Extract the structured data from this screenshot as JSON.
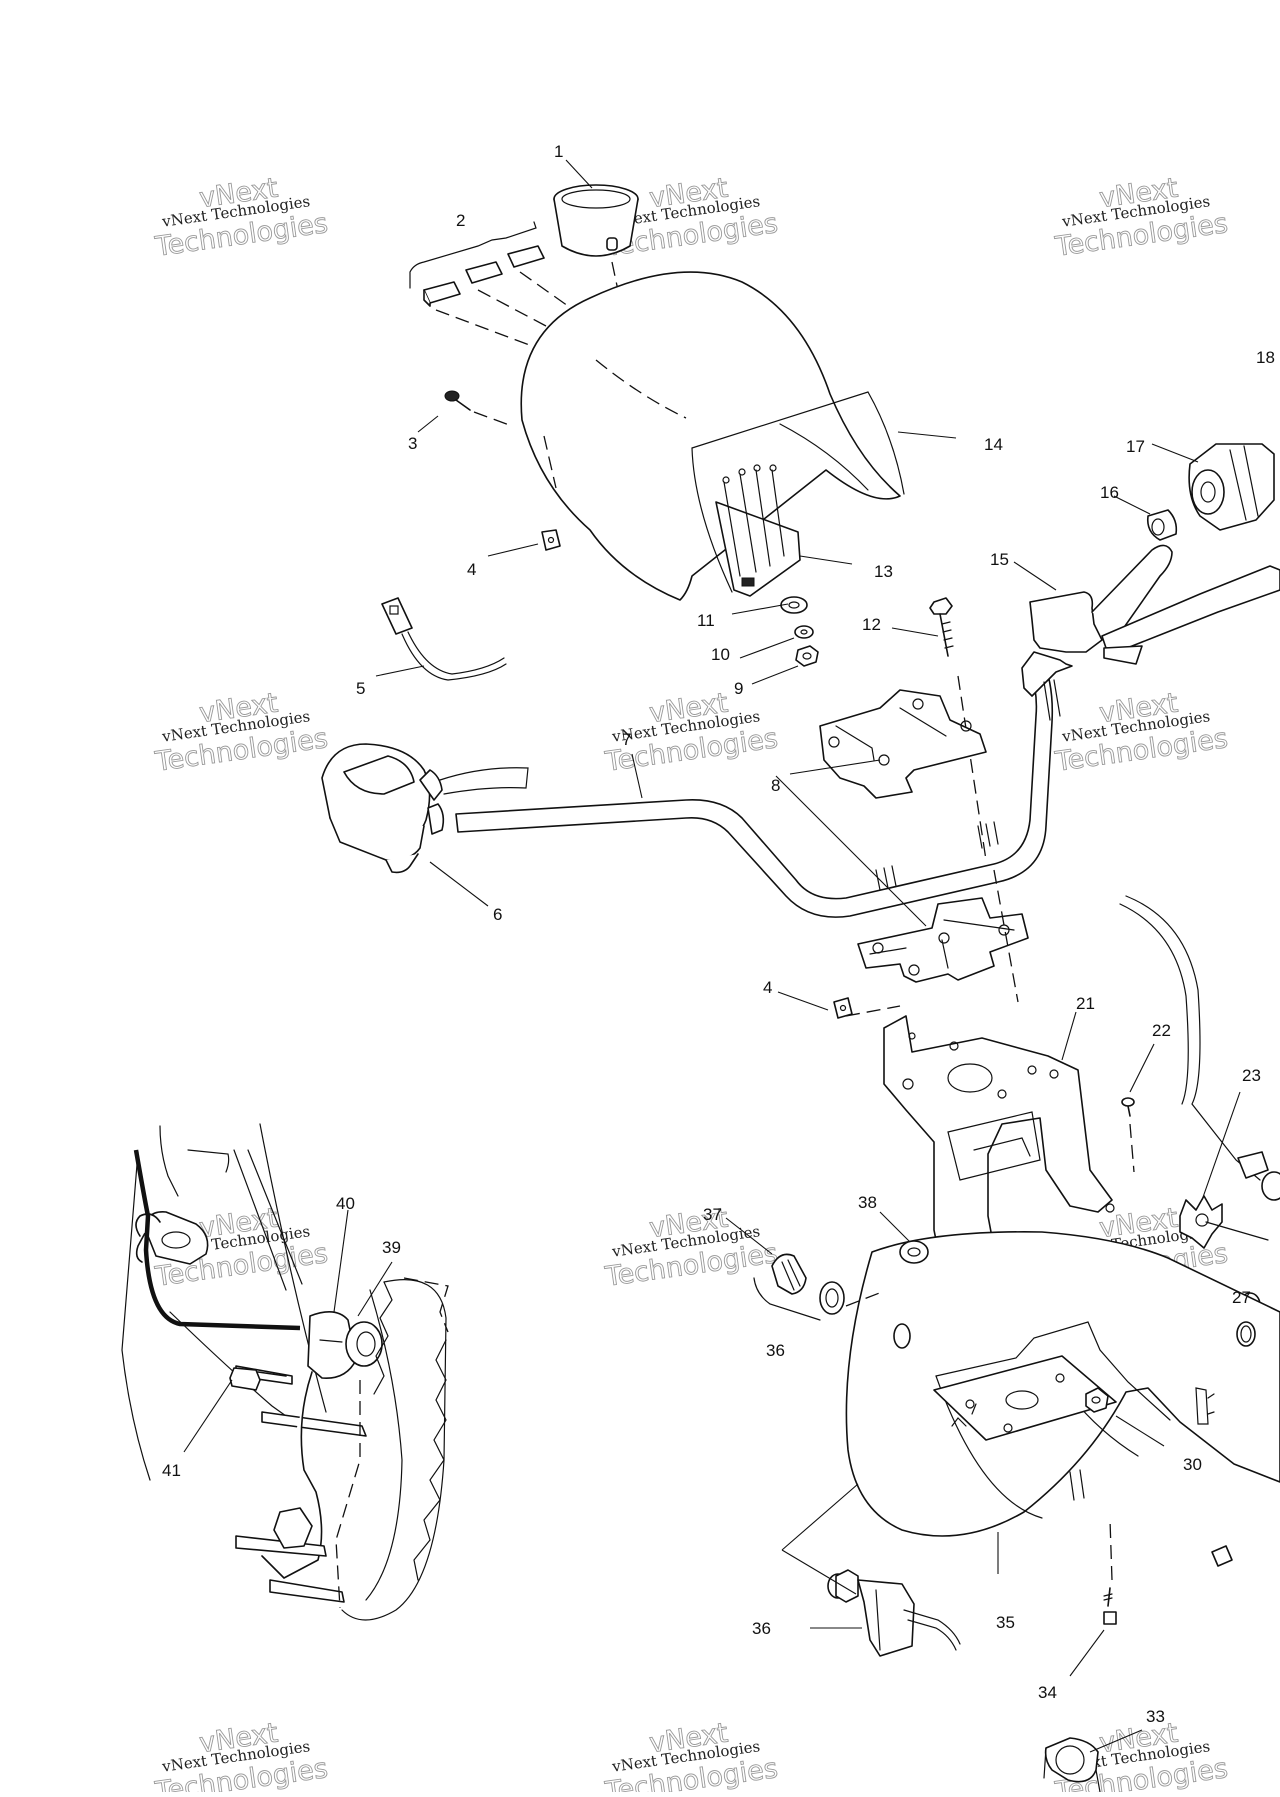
{
  "diagram": {
    "callouts": [
      "1",
      "2",
      "3",
      "4",
      "5",
      "6",
      "7",
      "8",
      "9",
      "10",
      "11",
      "12",
      "13",
      "14",
      "15",
      "16",
      "17",
      "18",
      "21",
      "22",
      "23",
      "27",
      "30",
      "33",
      "34",
      "35",
      "36",
      "37",
      "38",
      "39",
      "40",
      "41"
    ],
    "watermark": {
      "line1": "vNext",
      "line2": "vNext Technologies",
      "line3": "Technologies"
    }
  }
}
